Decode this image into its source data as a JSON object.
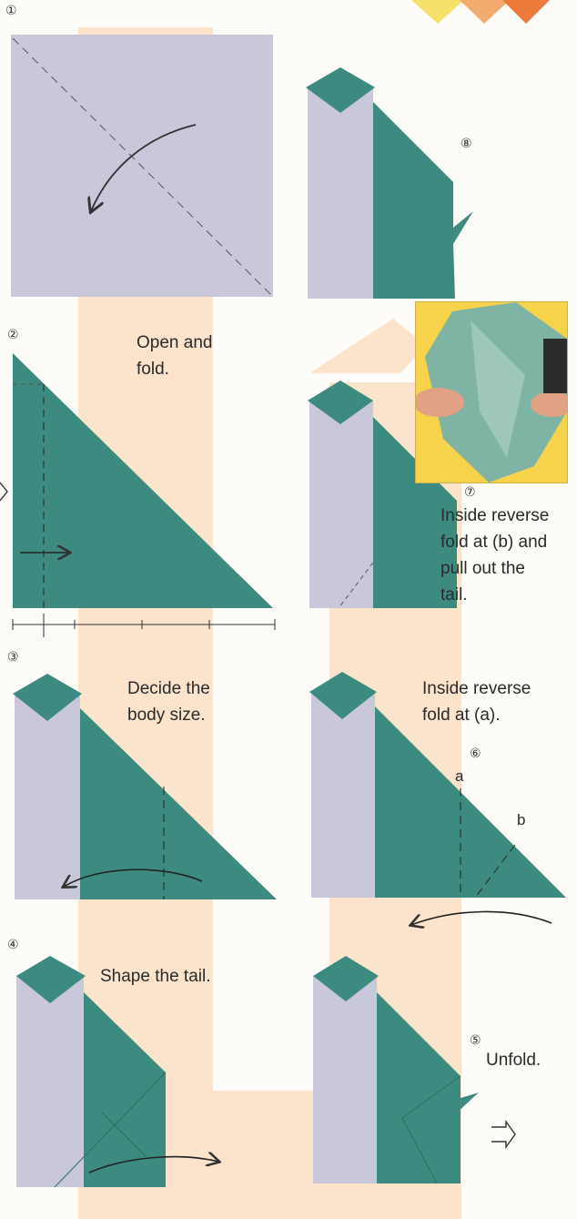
{
  "steps": {
    "s1": {
      "num": "①"
    },
    "s2": {
      "num": "②",
      "text_lines": [
        "Open and",
        "fold."
      ]
    },
    "s3": {
      "num": "③",
      "text_lines": [
        "Decide the",
        "body size."
      ]
    },
    "s4": {
      "num": "④",
      "text": "Shape the tail."
    },
    "s5": {
      "num": "⑤",
      "text": "Unfold."
    },
    "s6": {
      "num": "⑥",
      "text_lines": [
        "Inside reverse",
        "fold at (a)."
      ],
      "marker_a": "a",
      "marker_b": "b"
    },
    "s7": {
      "num": "⑦",
      "text_lines": [
        "Inside reverse",
        "fold at (b) and",
        "pull out the",
        "tail."
      ]
    },
    "s8": {
      "num": "⑧"
    }
  },
  "colors": {
    "teal": "#3d8b80",
    "lavender": "#c9c7da",
    "peach": "#fbe3cc",
    "photo_bg": "#f6d34a"
  },
  "icons": {
    "next_arrow": "outline-right-arrow-icon",
    "fold_arrow": "curved-arrow-icon"
  }
}
